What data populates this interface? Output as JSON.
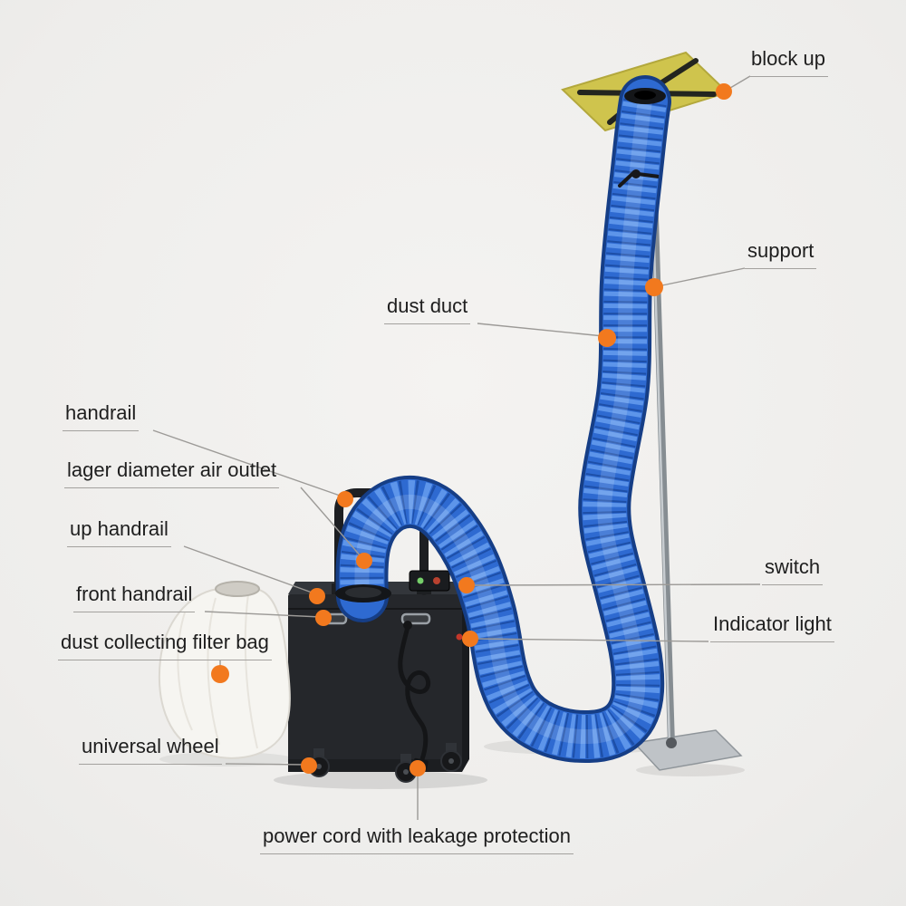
{
  "diagram": {
    "subject": "dust-collector-with-flexible-duct",
    "colors": {
      "background": "#f1f0ee",
      "marker_orange": "#f2791e",
      "hose_blue": "#2e6ad1",
      "hose_edge": "#163e86",
      "plate_yellow": "#cfc44d",
      "machine_dark": "#25272b",
      "bag_white": "#f6f5f1",
      "leader_gray": "#9c9a97"
    }
  },
  "annotations": [
    {
      "id": "block-up",
      "label": "block up"
    },
    {
      "id": "support",
      "label": "support"
    },
    {
      "id": "dust-duct",
      "label": "dust duct"
    },
    {
      "id": "handrail",
      "label": "handrail"
    },
    {
      "id": "air-outlet",
      "label": "lager diameter air outlet"
    },
    {
      "id": "up-handrail",
      "label": "up handrail"
    },
    {
      "id": "front-handrail",
      "label": "front handrail"
    },
    {
      "id": "filter-bag",
      "label": "dust collecting filter bag"
    },
    {
      "id": "switch",
      "label": "switch"
    },
    {
      "id": "indicator-light",
      "label": "Indicator light"
    },
    {
      "id": "universal-wheel",
      "label": "universal wheel"
    },
    {
      "id": "power-cord",
      "label": "power cord with leakage protection"
    }
  ]
}
